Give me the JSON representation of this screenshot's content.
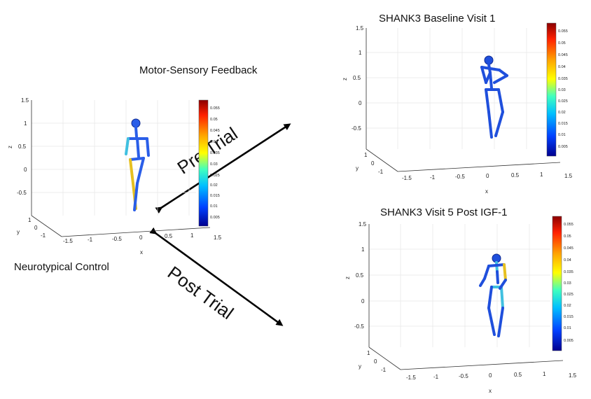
{
  "labels": {
    "motor_sensory": "Motor-Sensory Feedback",
    "neurotypical": "Neurotypical Control",
    "baseline": "SHANK3 Baseline Visit 1",
    "visit5": "SHANK3 Visit 5 Post IGF-1",
    "pre_trial": "Pre Trial",
    "post_trial": "Post Trial"
  },
  "axes": {
    "z_label": "z",
    "y_label": "y",
    "x_label": "x",
    "z_ticks": [
      "1.5",
      "1",
      "0.5",
      "0",
      "-0.5"
    ],
    "y_ticks": [
      "1",
      "0",
      "-1"
    ],
    "x_ticks": [
      "-1.5",
      "-1",
      "-0.5",
      "0",
      "0.5",
      "1",
      "1.5"
    ]
  },
  "colorbar": {
    "ticks": [
      "0.055",
      "0.05",
      "0.045",
      "0.04",
      "0.035",
      "0.03",
      "0.025",
      "0.02",
      "0.015",
      "0.01",
      "0.005"
    ],
    "colors": [
      "#8b0000",
      "#ff2000",
      "#ffa500",
      "#ffff00",
      "#40ffbf",
      "#00bfff",
      "#0040ff",
      "#00008f"
    ]
  },
  "figures": {
    "neurotypical": {
      "leg_color": "#e6c020",
      "limb_color": "#2a5ee8",
      "accent_color": "#40c0e0"
    },
    "baseline": {
      "limb_color": "#1f4fdc"
    },
    "visit5": {
      "limb_color": "#1f4fdc",
      "accent_color": "#e6c020",
      "accent2_color": "#40c0e0"
    }
  }
}
